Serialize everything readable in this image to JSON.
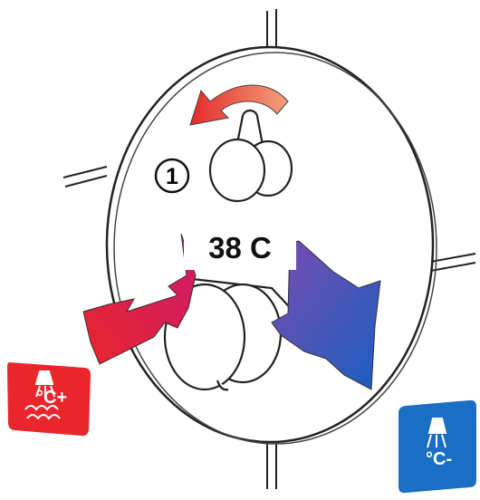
{
  "temperature_label": "38 C",
  "step_number": "1",
  "hot_badge": {
    "text": "°C+",
    "color": "#e8262b"
  },
  "cold_badge": {
    "text": "°C-",
    "color": "#1a6fc4"
  },
  "arrow_colors": {
    "rotate_start": "#e52a2a",
    "rotate_end": "#f3a07a",
    "hot_start": "#e8262b",
    "hot_end": "#d61a6a",
    "cold_start": "#7b4bb0",
    "cold_end": "#1a5fc0"
  }
}
